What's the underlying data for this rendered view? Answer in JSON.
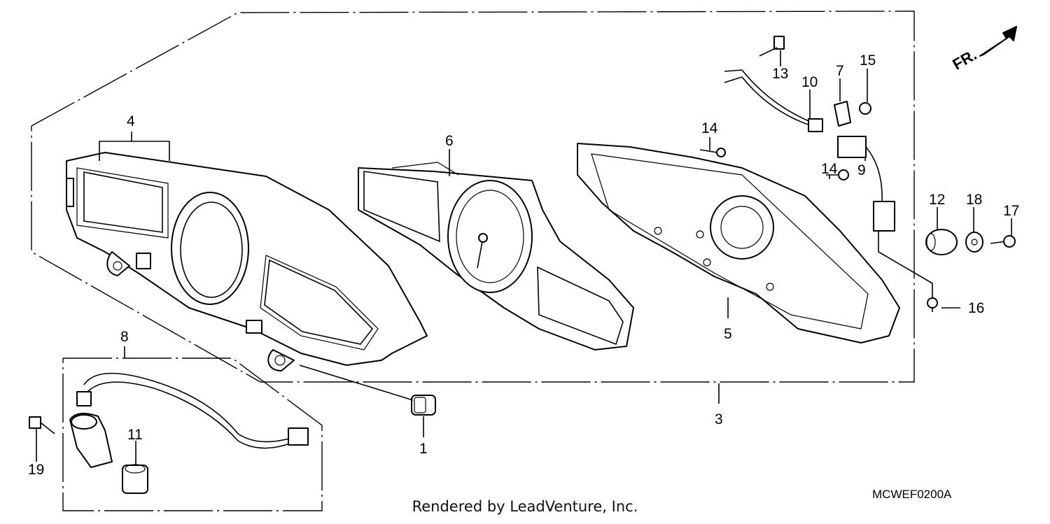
{
  "diagram": {
    "callouts": [
      {
        "id": "c1",
        "label": "1"
      },
      {
        "id": "c3",
        "label": "3"
      },
      {
        "id": "c4",
        "label": "4"
      },
      {
        "id": "c5",
        "label": "5"
      },
      {
        "id": "c6",
        "label": "6"
      },
      {
        "id": "c7",
        "label": "7"
      },
      {
        "id": "c8",
        "label": "8"
      },
      {
        "id": "c9",
        "label": "9"
      },
      {
        "id": "c10",
        "label": "10"
      },
      {
        "id": "c11",
        "label": "11"
      },
      {
        "id": "c12",
        "label": "12"
      },
      {
        "id": "c13",
        "label": "13"
      },
      {
        "id": "c14a",
        "label": "14"
      },
      {
        "id": "c14b",
        "label": "14"
      },
      {
        "id": "c15",
        "label": "15"
      },
      {
        "id": "c16",
        "label": "16"
      },
      {
        "id": "c17",
        "label": "17"
      },
      {
        "id": "c18",
        "label": "18"
      },
      {
        "id": "c19",
        "label": "19"
      }
    ],
    "direction_label": "FR.",
    "diagram_code": "MCWEF0200A",
    "credit": "Rendered by LeadVenture, Inc."
  }
}
